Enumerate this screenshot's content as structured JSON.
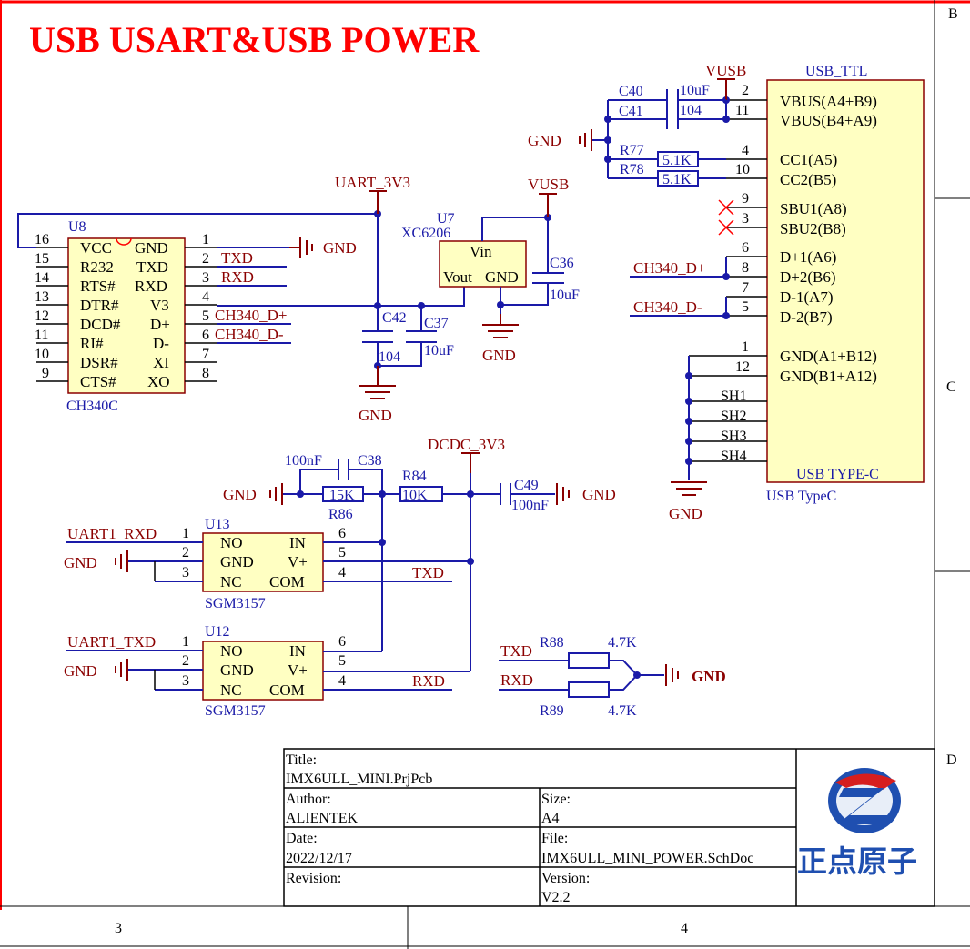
{
  "title": "USB USART&USB POWER",
  "border": {
    "row_b": "B",
    "row_c": "C",
    "row_d": "D",
    "col_3": "3",
    "col_4": "4"
  },
  "nets": {
    "vusb": "VUSB",
    "gnd": "GND",
    "uart_3v3": "UART_3V3",
    "dcdc_3v3": "DCDC_3V3",
    "txd": "TXD",
    "rxd": "RXD",
    "d_plus": "CH340_D+",
    "d_minus": "CH340_D-",
    "uart1_rxd": "UART1_RXD",
    "uart1_txd": "UART1_TXD"
  },
  "u8": {
    "ref": "U8",
    "part": "CH340C",
    "left": [
      {
        "n": "16",
        "name": "VCC"
      },
      {
        "n": "15",
        "name": "R232"
      },
      {
        "n": "14",
        "name": "RTS#"
      },
      {
        "n": "13",
        "name": "DTR#"
      },
      {
        "n": "12",
        "name": "DCD#"
      },
      {
        "n": "11",
        "name": "RI#"
      },
      {
        "n": "10",
        "name": "DSR#"
      },
      {
        "n": "9",
        "name": "CTS#"
      }
    ],
    "right": [
      {
        "n": "1",
        "name": "GND"
      },
      {
        "n": "2",
        "name": "TXD"
      },
      {
        "n": "3",
        "name": "RXD"
      },
      {
        "n": "4",
        "name": "V3"
      },
      {
        "n": "5",
        "name": "D+"
      },
      {
        "n": "6",
        "name": "D-"
      },
      {
        "n": "7",
        "name": "XI"
      },
      {
        "n": "8",
        "name": "XO"
      }
    ]
  },
  "u7": {
    "ref": "U7",
    "part": "XC6206",
    "vin": "Vin",
    "vout": "Vout",
    "gnd": "GND"
  },
  "caps": {
    "c42": {
      "ref": "C42",
      "val": "104"
    },
    "c37": {
      "ref": "C37",
      "val": "10uF"
    },
    "c36": {
      "ref": "C36",
      "val": "10uF"
    },
    "c40": {
      "ref": "C40",
      "val": "10uF"
    },
    "c41": {
      "ref": "C41",
      "val": "104"
    },
    "c38": {
      "ref": "C38",
      "val": "100nF"
    },
    "c49": {
      "ref": "C49",
      "val": "100nF"
    }
  },
  "res": {
    "r77": {
      "ref": "R77",
      "val": "5.1K"
    },
    "r78": {
      "ref": "R78",
      "val": "5.1K"
    },
    "r86": {
      "ref": "R86",
      "val": "15K"
    },
    "r84": {
      "ref": "R84",
      "val": "10K"
    },
    "r88": {
      "ref": "R88",
      "val": "4.7K"
    },
    "r89": {
      "ref": "R89",
      "val": "4.7K"
    }
  },
  "usb": {
    "ref": "USB_TTL",
    "part": "USB TypeC",
    "inner": "USB TYPE-C",
    "pins": [
      {
        "n": "2",
        "name": "VBUS(A4+B9)"
      },
      {
        "n": "11",
        "name": "VBUS(B4+A9)"
      },
      {
        "n": "4",
        "name": "CC1(A5)"
      },
      {
        "n": "10",
        "name": "CC2(B5)"
      },
      {
        "n": "9",
        "name": "SBU1(A8)"
      },
      {
        "n": "3",
        "name": "SBU2(B8)"
      },
      {
        "n": "6",
        "name": "D+1(A6)"
      },
      {
        "n": "8",
        "name": "D+2(B6)"
      },
      {
        "n": "7",
        "name": "D-1(A7)"
      },
      {
        "n": "5",
        "name": "D-2(B7)"
      },
      {
        "n": "1",
        "name": "GND(A1+B12)"
      },
      {
        "n": "12",
        "name": "GND(B1+A12)"
      }
    ],
    "shields": [
      "SH1",
      "SH2",
      "SH3",
      "SH4"
    ]
  },
  "u13": {
    "ref": "U13",
    "part": "SGM3157",
    "pins": [
      {
        "n": "1",
        "name": "NO"
      },
      {
        "n": "2",
        "name": "GND"
      },
      {
        "n": "3",
        "name": "NC"
      },
      {
        "n": "6",
        "name": "IN"
      },
      {
        "n": "5",
        "name": "V+"
      },
      {
        "n": "4",
        "name": "COM"
      }
    ]
  },
  "u12": {
    "ref": "U12",
    "part": "SGM3157",
    "pins": [
      {
        "n": "1",
        "name": "NO"
      },
      {
        "n": "2",
        "name": "GND"
      },
      {
        "n": "3",
        "name": "NC"
      },
      {
        "n": "6",
        "name": "IN"
      },
      {
        "n": "5",
        "name": "V+"
      },
      {
        "n": "4",
        "name": "COM"
      }
    ]
  },
  "titleblock": {
    "title_label": "Title:",
    "title_value": "IMX6ULL_MINI.PrjPcb",
    "author_label": "Author:",
    "author_value": "ALIENTEK",
    "size_label": "Size:",
    "size_value": "A4",
    "date_label": "Date:",
    "date_value": "2022/12/17",
    "file_label": "File:",
    "file_value": "IMX6ULL_MINI_POWER.SchDoc",
    "revision_label": "Revision:",
    "version_label": "Version:",
    "version_value": "V2.2",
    "logo_text": "正点原子"
  },
  "colors": {
    "title": "#ff0000",
    "wire": "#1a1aa8",
    "net": "#8b0000",
    "part_fill": "#ffffc2"
  }
}
